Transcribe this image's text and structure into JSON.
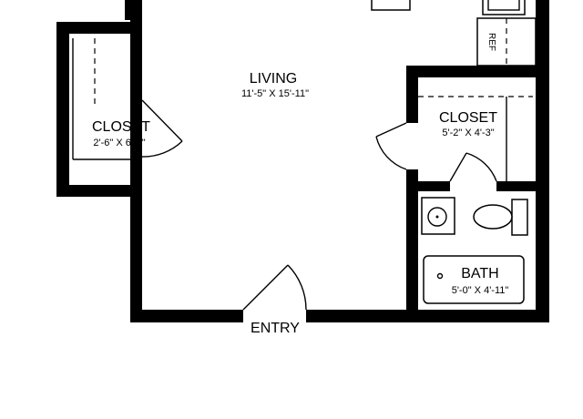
{
  "plan": {
    "rooms": [
      {
        "id": "living",
        "name": "LIVING",
        "dimensions": "11'-5\" X 15'-11\""
      },
      {
        "id": "closet-left",
        "name": "CLOSET",
        "dimensions": "2'-6\" X 6'-2\""
      },
      {
        "id": "closet-right",
        "name": "CLOSET",
        "dimensions": "5'-2\" X 4'-3\""
      },
      {
        "id": "bath",
        "name": "BATH",
        "dimensions": "5'-0\" X 4'-11\""
      }
    ],
    "fixtures": {
      "refrigerator": "REF"
    },
    "entry_label": "ENTRY"
  }
}
